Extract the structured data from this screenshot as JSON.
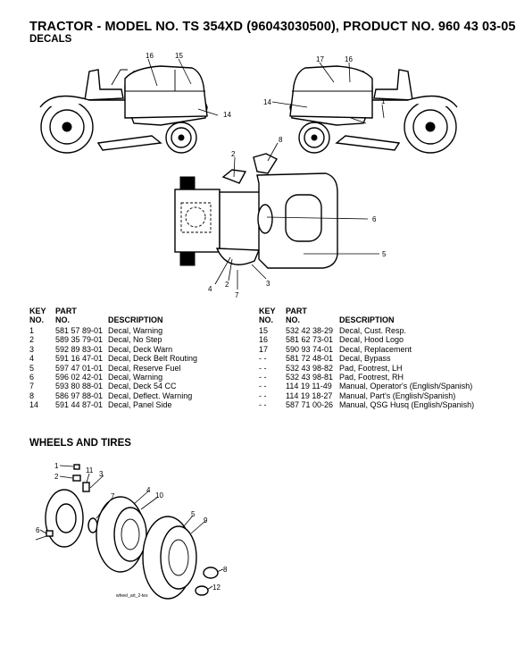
{
  "header": {
    "title": "TRACTOR - MODEL NO. TS 354XD (96043030500), PRODUCT NO. 960 43 03-05",
    "subtitle": "DECALS"
  },
  "decals_table": {
    "headers": {
      "key_top": "KEY",
      "key_bottom": "NO.",
      "part_top": "PART",
      "part_bottom": "NO.",
      "description": "DESCRIPTION"
    },
    "left_rows": [
      {
        "key": "1",
        "part": "581 57 89-01",
        "desc": "Decal, Warning"
      },
      {
        "key": "2",
        "part": "589 35 79-01",
        "desc": "Decal, No Step"
      },
      {
        "key": "3",
        "part": "592 89 83-01",
        "desc": "Decal, Deck Warn"
      },
      {
        "key": "4",
        "part": "591 16 47-01",
        "desc": "Decal, Deck Belt Routing"
      },
      {
        "key": "5",
        "part": "597 47 01-01",
        "desc": "Decal, Reserve Fuel"
      },
      {
        "key": "6",
        "part": "596 02 42-01",
        "desc": "Decal, Warning"
      },
      {
        "key": "7",
        "part": "593 80 88-01",
        "desc": "Decal, Deck 54 CC"
      },
      {
        "key": "8",
        "part": "586 97 88-01",
        "desc": "Decal, Deflect. Warning"
      },
      {
        "key": "14",
        "part": "591 44 87-01",
        "desc": "Decal, Panel Side"
      }
    ],
    "right_rows": [
      {
        "key": "15",
        "part": "532 42 38-29",
        "desc": "Decal, Cust. Resp."
      },
      {
        "key": "16",
        "part": "581 62 73-01",
        "desc": "Decal, Hood Logo"
      },
      {
        "key": "17",
        "part": "590 93 74-01",
        "desc": "Decal, Replacement"
      },
      {
        "key": "- -",
        "part": "581 72 48-01",
        "desc": "Decal, Bypass"
      },
      {
        "key": "- -",
        "part": "532 43 98-82",
        "desc": "Pad, Footrest, LH"
      },
      {
        "key": "- -",
        "part": "532 43 98-81",
        "desc": "Pad, Footrest, RH"
      },
      {
        "key": "- -",
        "part": "114 19 11-49",
        "desc": "Manual, Operator's (English/Spanish)"
      },
      {
        "key": "- -",
        "part": "114 19 18-27",
        "desc": "Manual, Part's (English/Spanish)"
      },
      {
        "key": "- -",
        "part": "587 71 00-26",
        "desc": "Manual, QSG Husq (English/Spanish)"
      }
    ]
  },
  "wheels_section": {
    "title": "WHEELS AND TIRES",
    "art_caption": "wheel_art_2-tex"
  },
  "callouts": {
    "left_tractor": [
      "16",
      "15",
      "14"
    ],
    "right_tractor": [
      "17",
      "16",
      "14",
      "1"
    ],
    "top_view": [
      "8",
      "2",
      "6",
      "5",
      "4",
      "2",
      "7",
      "3"
    ],
    "wheels": [
      "1",
      "2",
      "11",
      "3",
      "7",
      "4",
      "10",
      "5",
      "9",
      "6",
      "8",
      "12"
    ]
  }
}
